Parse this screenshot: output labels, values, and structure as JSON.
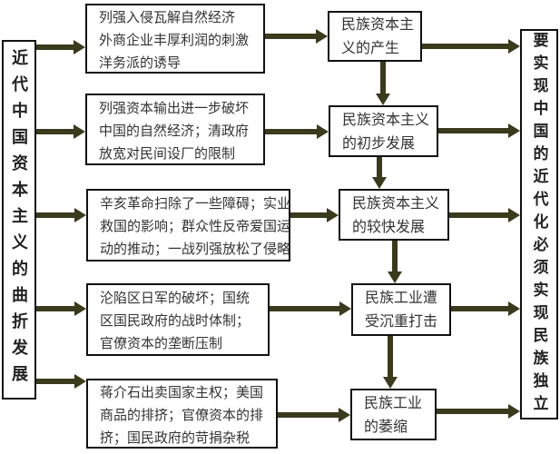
{
  "diagram": {
    "left_box": {
      "text": "近代中国资本主义的曲折发展"
    },
    "right_box": {
      "text": "要实现中国的近代化必须实现民族独立"
    },
    "causes": [
      {
        "lines": [
          "列强入侵瓦解自然经济",
          "外商企业丰厚利润的刺激",
          "洋务派的诱导"
        ]
      },
      {
        "lines": [
          "列强资本输出进一步破坏",
          "中国的自然经济；清政府",
          "放宽对民间设厂的限制"
        ]
      },
      {
        "lines": [
          "辛亥革命扫除了一些障碍；实业",
          "救国的影响；群众性反帝爱国运",
          "动的推动；一战列强放松了侵略"
        ]
      },
      {
        "lines": [
          "沦陷区日军的破坏；国统",
          "区国民政府的战时体制；",
          "官僚资本的垄断压制"
        ]
      },
      {
        "lines": [
          "蒋介石出卖国家主权；美国",
          "商品的排挤；官僚资本的排",
          "挤；国民政府的苛捐杂税"
        ]
      }
    ],
    "results": [
      {
        "lines": [
          "民族资本主",
          "义的产生"
        ]
      },
      {
        "lines": [
          "民族资本主义",
          "的初步发展"
        ]
      },
      {
        "lines": [
          "民族资本主义",
          "的较快发展"
        ]
      },
      {
        "lines": [
          "民族工业遭",
          "受沉重打击"
        ]
      },
      {
        "lines": [
          "民族工业",
          "的萎缩"
        ]
      }
    ],
    "colors": {
      "arrow": "#3a3a1d",
      "border": "#111111",
      "text": "#333333",
      "background": "#ffffff"
    }
  }
}
